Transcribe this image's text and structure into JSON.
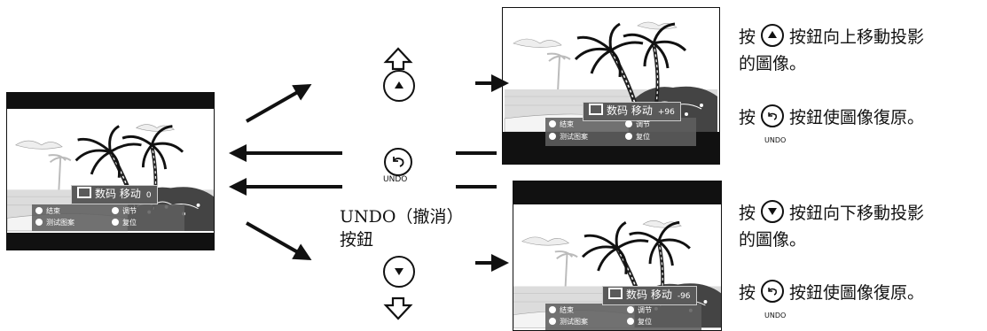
{
  "osd": {
    "title": "数码 移动",
    "value_center": "0",
    "value_up": "+96",
    "value_down": "-96",
    "item_end": "结束",
    "item_adjust": "调节",
    "item_test": "测试图案",
    "item_reset": "复位"
  },
  "undo_button_label": "UNDO",
  "undo_caption_line1": "UNDO（撤消）",
  "undo_caption_line2": "按鈕",
  "text_up": {
    "press": "按",
    "line1_rest": "按鈕向上移動投影",
    "line2": "的圖像。"
  },
  "text_up_restore": {
    "press": "按",
    "rest": "按鈕使圖像復原。",
    "icon_label": "UNDO"
  },
  "text_down": {
    "press": "按",
    "line1_rest": "按鈕向下移動投影",
    "line2": "的圖像。"
  },
  "text_down_restore": {
    "press": "按",
    "rest": "按鈕使圖像復原。",
    "icon_label": "UNDO"
  },
  "icons": [
    "up-arrow-icon",
    "down-arrow-icon",
    "up-button-icon",
    "down-button-icon",
    "undo-button-icon"
  ]
}
